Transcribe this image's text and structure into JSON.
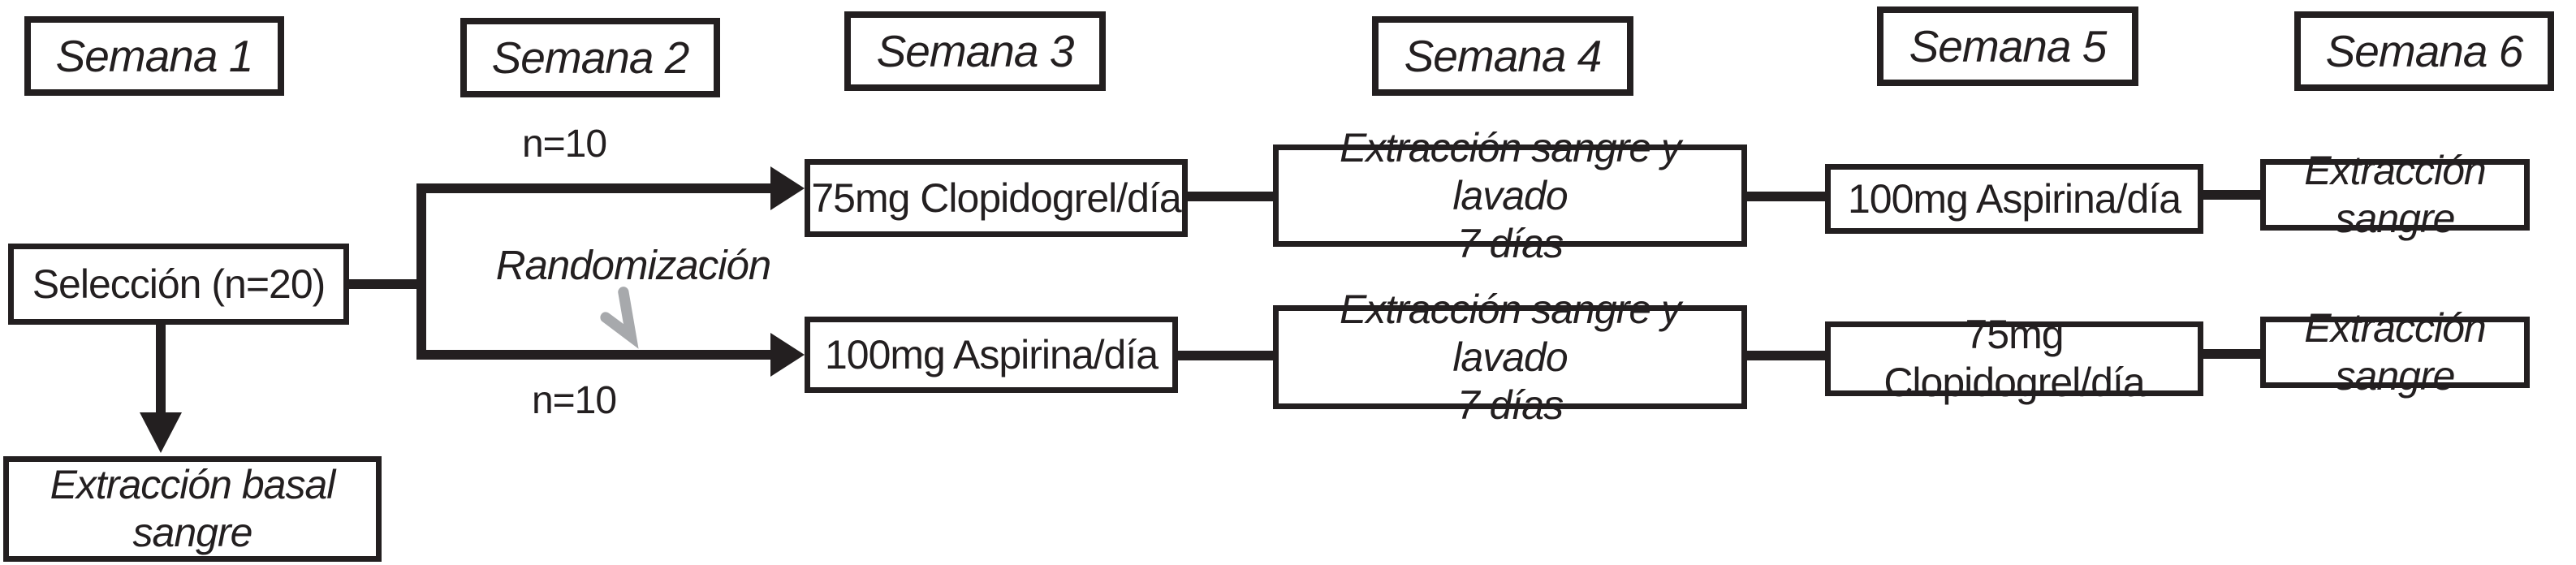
{
  "diagram": {
    "weeks": [
      "Semana 1",
      "Semana 2",
      "Semana 3",
      "Semana 4",
      "Semana 5",
      "Semana 6"
    ],
    "selection": {
      "label": "Selección (n=20)"
    },
    "baseline": {
      "line1": "Extracción basal",
      "line2": "sangre"
    },
    "randomization": {
      "label": "Randomización",
      "n_top": "n=10",
      "n_bottom": "n=10"
    },
    "arm_top": {
      "week3": "75mg Clopidogrel/día",
      "week4_line1": "Extracción sangre y lavado",
      "week4_line2": "7 días",
      "week5": "100mg Aspirina/día",
      "week6": "Extracción sangre"
    },
    "arm_bottom": {
      "week3": "100mg Aspirina/día",
      "week4_line1": "Extracción sangre y lavado",
      "week4_line2": "7 días",
      "week5": "75mg Clopidogrel/día",
      "week6": "Extracción sangre"
    },
    "colors": {
      "ink": "#231f20",
      "chevron_gray": "#a7a9ac",
      "background": "#ffffff"
    }
  }
}
